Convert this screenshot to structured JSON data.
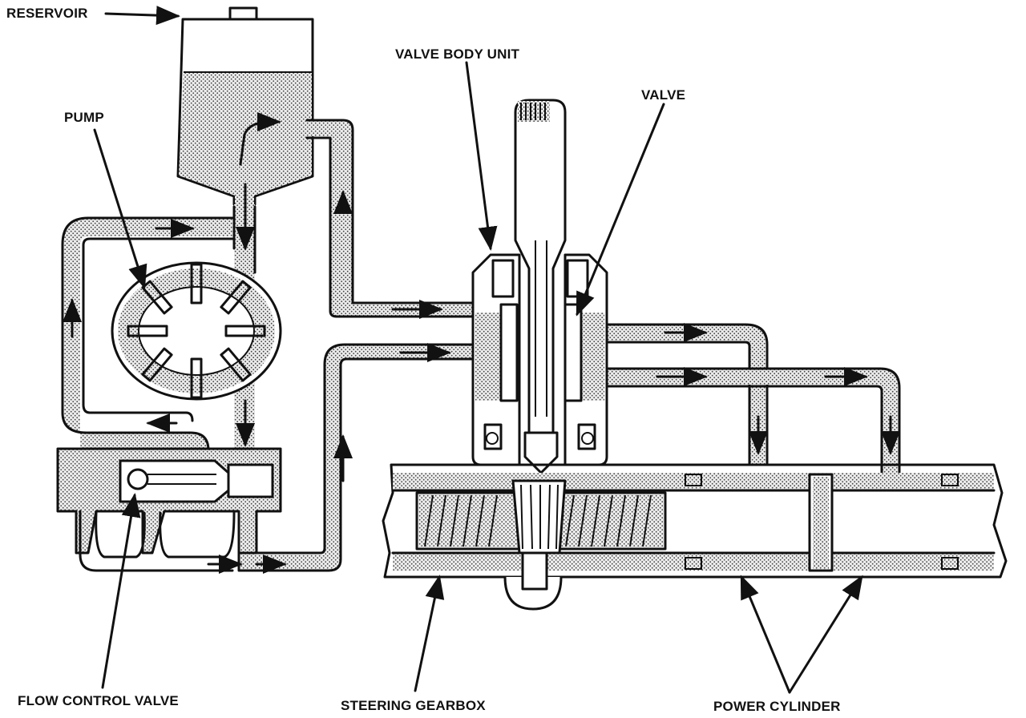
{
  "labels": {
    "reservoir": "RESERVOIR",
    "pump": "PUMP",
    "valve_body_unit": "VALVE BODY UNIT",
    "valve": "VALVE",
    "flow_control_valve": "FLOW CONTROL VALVE",
    "steering_gearbox": "STEERING GEARBOX",
    "power_cylinder": "POWER CYLINDER"
  },
  "colors": {
    "ink": "#111111",
    "fluid_stipple": "#d9d9d9",
    "background": "#ffffff"
  }
}
